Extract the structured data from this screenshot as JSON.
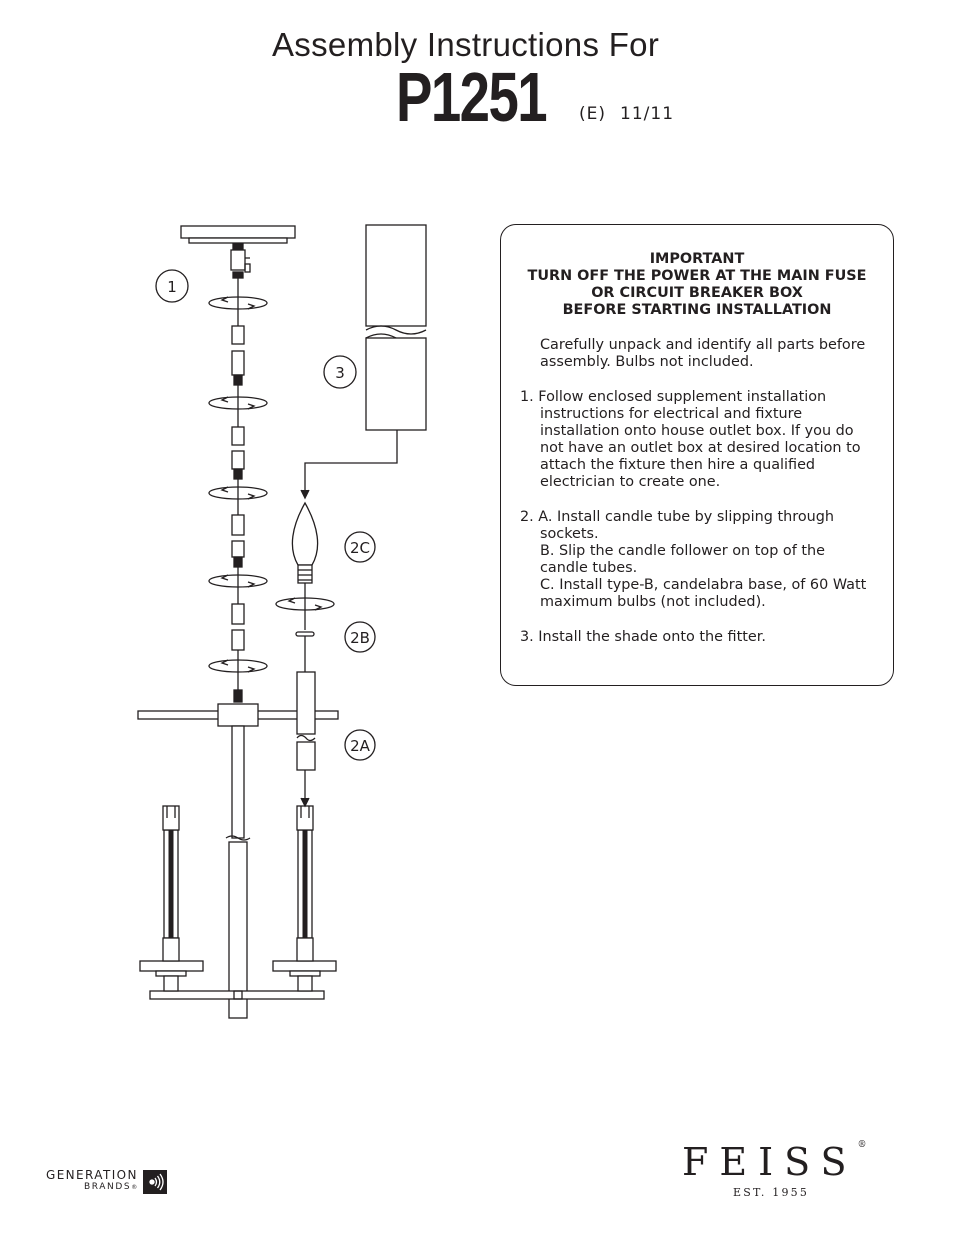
{
  "header": {
    "title": "Assembly Instructions For",
    "model": "P1251",
    "revision": "(E)",
    "date": "11/11"
  },
  "diagram": {
    "labels": {
      "step1": "1",
      "step3": "3",
      "step2c": "2C",
      "step2b": "2B",
      "step2a": "2A"
    }
  },
  "instructions": {
    "important": [
      "IMPORTANT",
      "TURN OFF THE POWER AT THE MAIN FUSE",
      "OR CIRCUIT BREAKER BOX",
      "BEFORE STARTING INSTALLATION"
    ],
    "intro": [
      "Carefully unpack and identify all parts before",
      "assembly.  Bulbs not included."
    ],
    "step1": [
      "1. Follow enclosed supplement installation",
      "instructions for electrical and fixture",
      "installation onto house outlet box. If you do",
      "not have an outlet box at desired location to",
      "attach the fixture then hire a qualified",
      "electrician to create one."
    ],
    "step2": [
      "2. A. Install candle tube by slipping through",
      "sockets.",
      "B. Slip the candle follower on top of the",
      "candle tubes.",
      "C. Install type-B, candelabra base, of 60 Watt",
      "maximum bulbs (not included)."
    ],
    "step3": [
      "3. Install the shade onto the fitter."
    ]
  },
  "footer": {
    "generation_name": "GENERATION",
    "generation_sub": "BRANDS",
    "registered": "®",
    "feiss": "FEISS",
    "est": "EST. 1955"
  }
}
